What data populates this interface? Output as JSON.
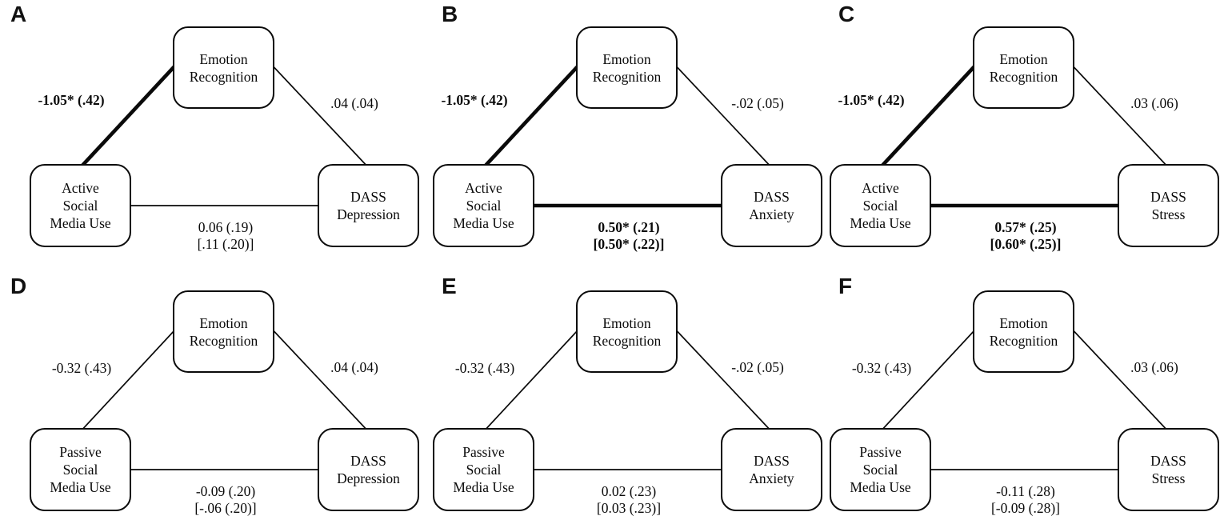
{
  "style": {
    "background": "#ffffff",
    "ink": "#0a0a0a"
  },
  "panels": [
    {
      "letter": "A",
      "predictor": "Active\nSocial\nMedia Use",
      "mediator": "Emotion\nRecognition",
      "outcome": "DASS\nDepression",
      "a_path": {
        "label": "-1.05* (.42)",
        "significant": true
      },
      "b_path": {
        "label": ".04 (.04)",
        "significant": false
      },
      "c_path": {
        "label": "0.06 (.19)\n[.11 (.20)]",
        "significant": false
      }
    },
    {
      "letter": "B",
      "predictor": "Active\nSocial\nMedia Use",
      "mediator": "Emotion\nRecognition",
      "outcome": "DASS\nAnxiety",
      "a_path": {
        "label": "-1.05* (.42)",
        "significant": true
      },
      "b_path": {
        "label": "-.02 (.05)",
        "significant": false
      },
      "c_path": {
        "label": "0.50* (.21)\n[0.50* (.22)]",
        "significant": true
      }
    },
    {
      "letter": "C",
      "predictor": "Active\nSocial\nMedia Use",
      "mediator": "Emotion\nRecognition",
      "outcome": "DASS\nStress",
      "a_path": {
        "label": "-1.05* (.42)",
        "significant": true
      },
      "b_path": {
        "label": ".03 (.06)",
        "significant": false
      },
      "c_path": {
        "label": "0.57* (.25)\n[0.60* (.25)]",
        "significant": true
      }
    },
    {
      "letter": "D",
      "predictor": "Passive\nSocial\nMedia Use",
      "mediator": "Emotion\nRecognition",
      "outcome": "DASS\nDepression",
      "a_path": {
        "label": "-0.32 (.43)",
        "significant": false
      },
      "b_path": {
        "label": ".04 (.04)",
        "significant": false
      },
      "c_path": {
        "label": "-0.09 (.20)\n[-.06 (.20)]",
        "significant": false
      }
    },
    {
      "letter": "E",
      "predictor": "Passive\nSocial\nMedia Use",
      "mediator": "Emotion\nRecognition",
      "outcome": "DASS\nAnxiety",
      "a_path": {
        "label": "-0.32 (.43)",
        "significant": false
      },
      "b_path": {
        "label": "-.02 (.05)",
        "significant": false
      },
      "c_path": {
        "label": "0.02 (.23)\n[0.03 (.23)]",
        "significant": false
      }
    },
    {
      "letter": "F",
      "predictor": "Passive\nSocial\nMedia Use",
      "mediator": "Emotion\nRecognition",
      "outcome": "DASS\nStress",
      "a_path": {
        "label": "-0.32 (.43)",
        "significant": false
      },
      "b_path": {
        "label": ".03 (.06)",
        "significant": false
      },
      "c_path": {
        "label": "-0.11 (.28)\n[-0.09 (.28)]",
        "significant": false
      }
    }
  ]
}
